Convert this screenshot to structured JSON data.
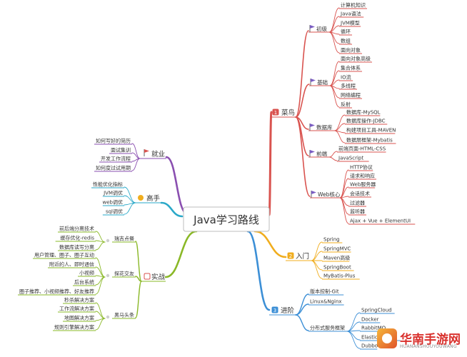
{
  "title": "Java学习路线",
  "branches": [
    {
      "name": "cainiao",
      "label": "菜鸟",
      "badge": "1",
      "color": "#d9534f",
      "subs": [
        {
          "name": "chuji",
          "label": "初级",
          "leaves": [
            "计算机知识",
            "Java语法",
            "JVM模型",
            "循环",
            "数组",
            "面向对象"
          ]
        },
        {
          "name": "jichu",
          "label": "基础",
          "leaves": [
            "面向对象高级",
            "集合体系",
            "IO流",
            "多线程",
            "网络编程",
            "反射"
          ]
        },
        {
          "name": "shujuku",
          "label": "数据库",
          "leaves": [
            "数据库-MySQL",
            "数据库操作-JDBC",
            "构建项目工具-MAVEN",
            "数据层框架-Mybatis"
          ]
        },
        {
          "name": "qianduan",
          "label": "前端",
          "leaves": [
            "前端页面-HTML-CSS",
            "JavaScript"
          ]
        },
        {
          "name": "webhexin",
          "label": "Web核心",
          "leaves": [
            "HTTP协议",
            "请求和响应",
            "Web服务器",
            "会话技术",
            "过滤器",
            "监听器",
            "Ajax + Vue + ElementUI"
          ]
        }
      ]
    },
    {
      "name": "rumen",
      "label": "入门",
      "badge": "2",
      "color": "#f0ad1e",
      "leaves": [
        "Spring",
        "SpringMVC",
        "Maven高级",
        "SpringBoot",
        "MyBatis-Plus"
      ]
    },
    {
      "name": "jinjie",
      "label": "进阶",
      "badge": "3",
      "color": "#3c8fd6",
      "subs": [
        {
          "name": "banben",
          "label": "版本控制-Git",
          "leaves": []
        },
        {
          "name": "linux",
          "label": "Linux&Nginx",
          "leaves": []
        },
        {
          "name": "fenbushi",
          "label": "分布式服务框架",
          "leaves": [
            "SpringCloud",
            "Docker",
            "RabbitMQ",
            "ElasticSearch",
            "Dubbo"
          ]
        }
      ]
    },
    {
      "name": "jiuye",
      "label": "就业",
      "color": "#8a4fb0",
      "leaves": [
        "如何写好的简历",
        "面试集训",
        "开发工作流程",
        "如何度过试用期"
      ]
    },
    {
      "name": "gaoshou",
      "label": "高手",
      "color": "#2aa8c8",
      "leaves": [
        "性能优化指标",
        "JVM调优",
        "web调优",
        "sql调优"
      ]
    },
    {
      "name": "shizhan",
      "label": "实战",
      "color": "#8ab827",
      "subs": [
        {
          "name": "ruiji",
          "label": "瑞吉点餐",
          "leaves": [
            "前后端分离技术",
            "缓存优化-redis",
            "数据库读写分离"
          ]
        },
        {
          "name": "tanhua",
          "label": "探花交友",
          "leaves": [
            "用户管理、圈子、圈子互动",
            "附近的人、即时通信",
            "小视频",
            "后台系统",
            "圈子推荐、小视频推荐、好友推荐"
          ]
        },
        {
          "name": "heima",
          "label": "黑马头条",
          "leaves": [
            "秒杀解决方案",
            "工作流解决方案",
            "地图解决方案",
            "规则引擎解决方案"
          ]
        }
      ]
    }
  ],
  "watermark": {
    "text": "华南手游网",
    "sub": "HUANANSHOUYOUWANG"
  }
}
